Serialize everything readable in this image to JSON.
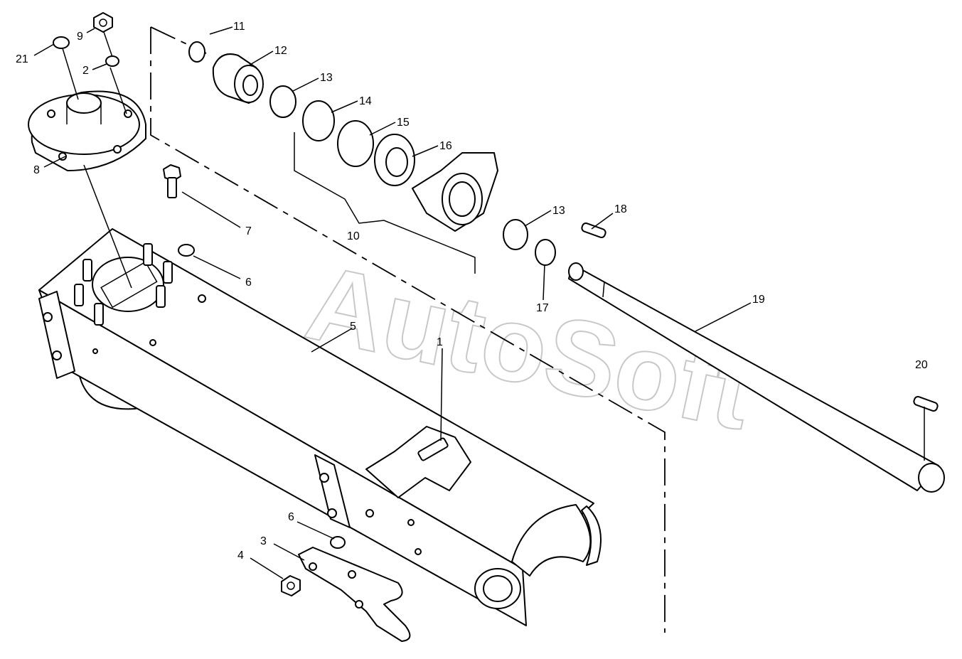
{
  "watermark": "AutoSoft",
  "callouts": [
    {
      "id": "1",
      "label": "1"
    },
    {
      "id": "2",
      "label": "2"
    },
    {
      "id": "3",
      "label": "3"
    },
    {
      "id": "4",
      "label": "4"
    },
    {
      "id": "5",
      "label": "5"
    },
    {
      "id": "6a",
      "label": "6"
    },
    {
      "id": "6b",
      "label": "6"
    },
    {
      "id": "7",
      "label": "7"
    },
    {
      "id": "8",
      "label": "8"
    },
    {
      "id": "9",
      "label": "9"
    },
    {
      "id": "10",
      "label": "10"
    },
    {
      "id": "11",
      "label": "11"
    },
    {
      "id": "12",
      "label": "12"
    },
    {
      "id": "13a",
      "label": "13"
    },
    {
      "id": "13b",
      "label": "13"
    },
    {
      "id": "14",
      "label": "14"
    },
    {
      "id": "15",
      "label": "15"
    },
    {
      "id": "16",
      "label": "16"
    },
    {
      "id": "17",
      "label": "17"
    },
    {
      "id": "18",
      "label": "18"
    },
    {
      "id": "19",
      "label": "19"
    },
    {
      "id": "20",
      "label": "20"
    },
    {
      "id": "21",
      "label": "21"
    }
  ]
}
